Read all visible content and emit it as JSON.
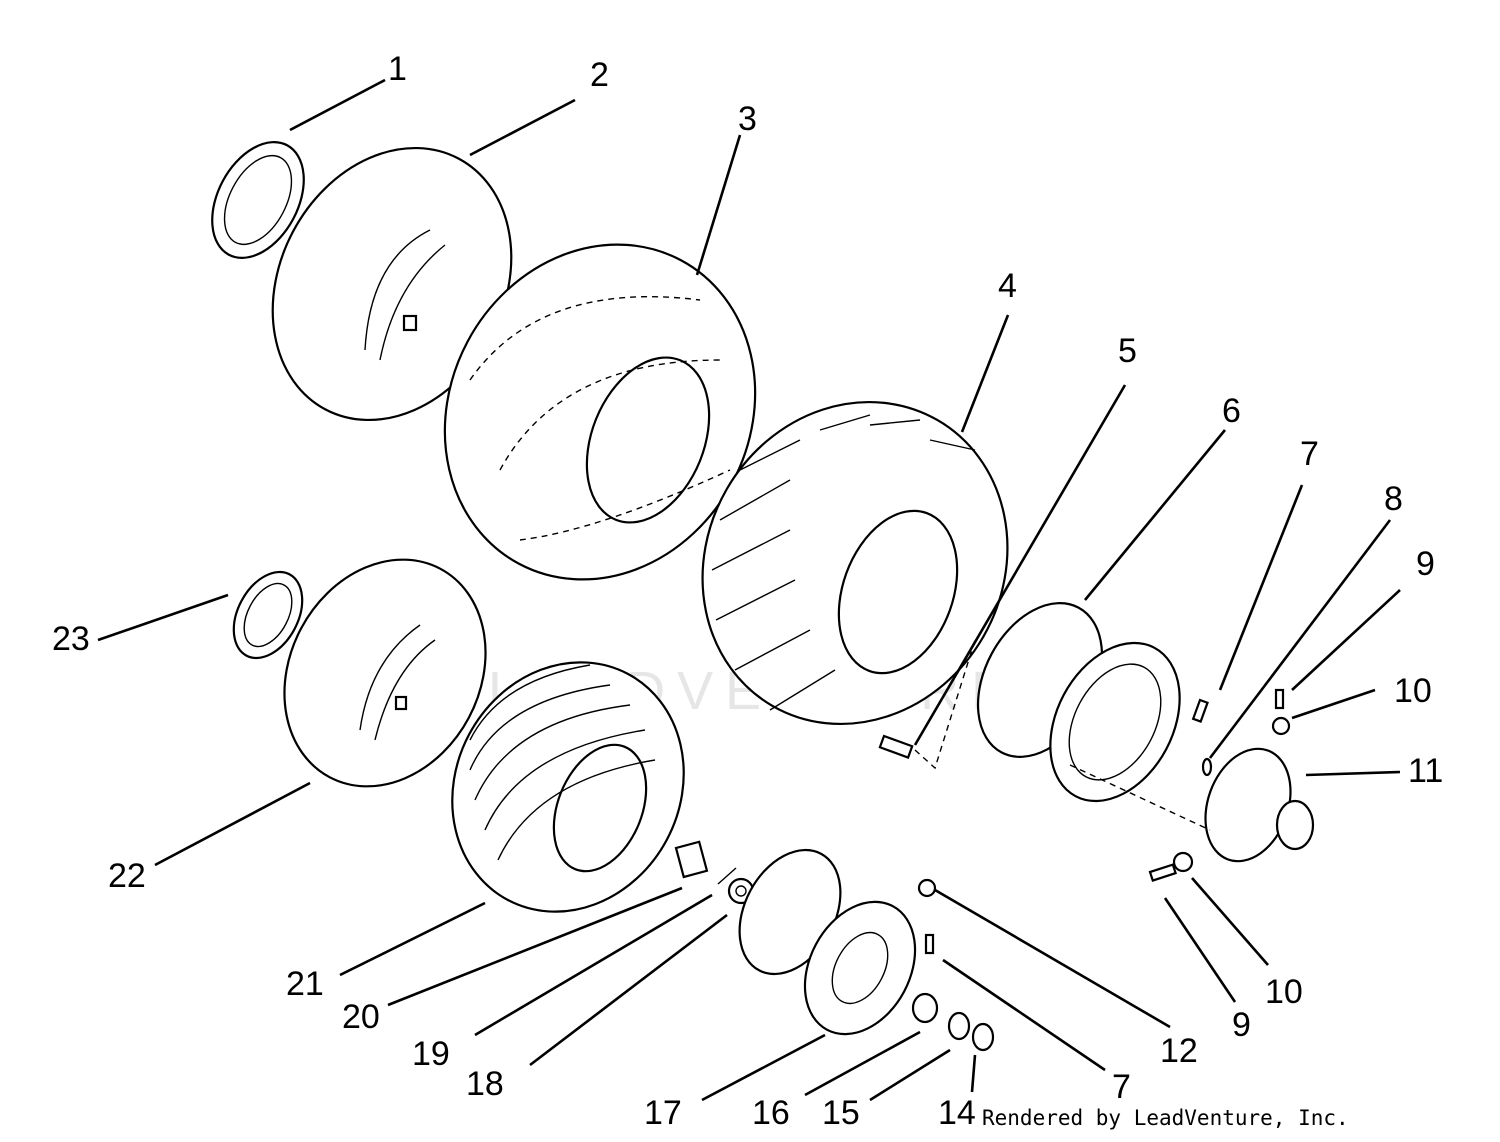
{
  "watermark": "LEADVENTURE",
  "credit": "Rendered by LeadVenture, Inc.",
  "callouts": [
    {
      "id": "c1",
      "label": "1"
    },
    {
      "id": "c2",
      "label": "2"
    },
    {
      "id": "c3",
      "label": "3"
    },
    {
      "id": "c4",
      "label": "4"
    },
    {
      "id": "c5",
      "label": "5"
    },
    {
      "id": "c6",
      "label": "6"
    },
    {
      "id": "c7a",
      "label": "7"
    },
    {
      "id": "c8",
      "label": "8"
    },
    {
      "id": "c9a",
      "label": "9"
    },
    {
      "id": "c10a",
      "label": "10"
    },
    {
      "id": "c11",
      "label": "11"
    },
    {
      "id": "c23",
      "label": "23"
    },
    {
      "id": "c22",
      "label": "22"
    },
    {
      "id": "c21",
      "label": "21"
    },
    {
      "id": "c20",
      "label": "20"
    },
    {
      "id": "c19",
      "label": "19"
    },
    {
      "id": "c18",
      "label": "18"
    },
    {
      "id": "c17",
      "label": "17"
    },
    {
      "id": "c16",
      "label": "16"
    },
    {
      "id": "c15",
      "label": "15"
    },
    {
      "id": "c14",
      "label": "14"
    },
    {
      "id": "c7b",
      "label": "7"
    },
    {
      "id": "c12",
      "label": "12"
    },
    {
      "id": "c9b",
      "label": "9"
    },
    {
      "id": "c10b",
      "label": "10"
    }
  ]
}
